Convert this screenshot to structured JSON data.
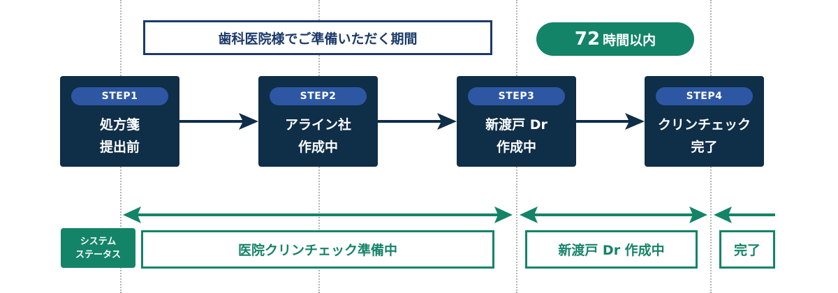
{
  "header": {
    "prep_period_label": "歯科医院様でご準備いただく期間",
    "time_limit": {
      "number": "72",
      "unit": "時間以内"
    }
  },
  "steps": [
    {
      "badge": "STEP1",
      "line1": "処方箋",
      "line2": "提出前"
    },
    {
      "badge": "STEP2",
      "line1": "アライン社",
      "line2": "作成中"
    },
    {
      "badge": "STEP3",
      "line1": "新渡戸 Dr",
      "line2": "作成中"
    },
    {
      "badge": "STEP4",
      "line1": "クリンチェック",
      "line2": "完了"
    }
  ],
  "status": {
    "label_line1": "システム",
    "label_line2": "ステータス",
    "phases": [
      {
        "text": "医院クリンチェック準備中"
      },
      {
        "text": "新渡戸 Dr 作成中"
      },
      {
        "text": "完了"
      }
    ]
  },
  "colors": {
    "navy": "#0f2e48",
    "badge_blue": "#2d57a3",
    "outline_blue": "#1b3a6b",
    "green": "#148468",
    "arrow_dark": "#0f2e48"
  }
}
